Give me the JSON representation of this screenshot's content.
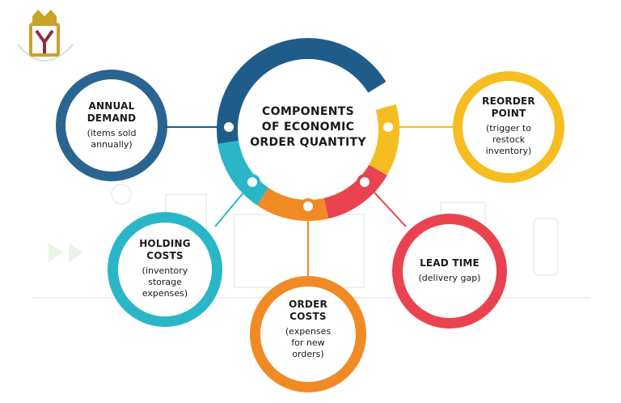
{
  "center": {
    "title_lines": [
      "COMPONENTS",
      "OF ECONOMIC",
      "ORDER QUANTITY"
    ]
  },
  "components": {
    "annual_demand": {
      "title_lines": [
        "ANNUAL",
        "DEMAND"
      ],
      "desc_lines": [
        "(items sold",
        "annually)"
      ],
      "color": "#1f5c8a"
    },
    "reorder_point": {
      "title_lines": [
        "REORDER",
        "POINT"
      ],
      "desc_lines": [
        "(trigger to",
        "restock",
        "inventory)"
      ],
      "color": "#f5bd1f"
    },
    "holding_costs": {
      "title_lines": [
        "HOLDING",
        "COSTS"
      ],
      "desc_lines": [
        "(inventory",
        "storage",
        "expenses)"
      ],
      "color": "#2bb6c8"
    },
    "order_costs": {
      "title_lines": [
        "ORDER",
        "COSTS"
      ],
      "desc_lines": [
        "(expenses",
        "for new",
        "orders)"
      ],
      "color": "#f08a24"
    },
    "lead_time": {
      "title_lines": [
        "LEAD TIME"
      ],
      "desc_lines": [
        "(delivery gap)"
      ],
      "color": "#e8434f"
    }
  },
  "logo": {
    "colors": {
      "gold": "#c9a227",
      "maroon": "#8a2f3c"
    }
  }
}
